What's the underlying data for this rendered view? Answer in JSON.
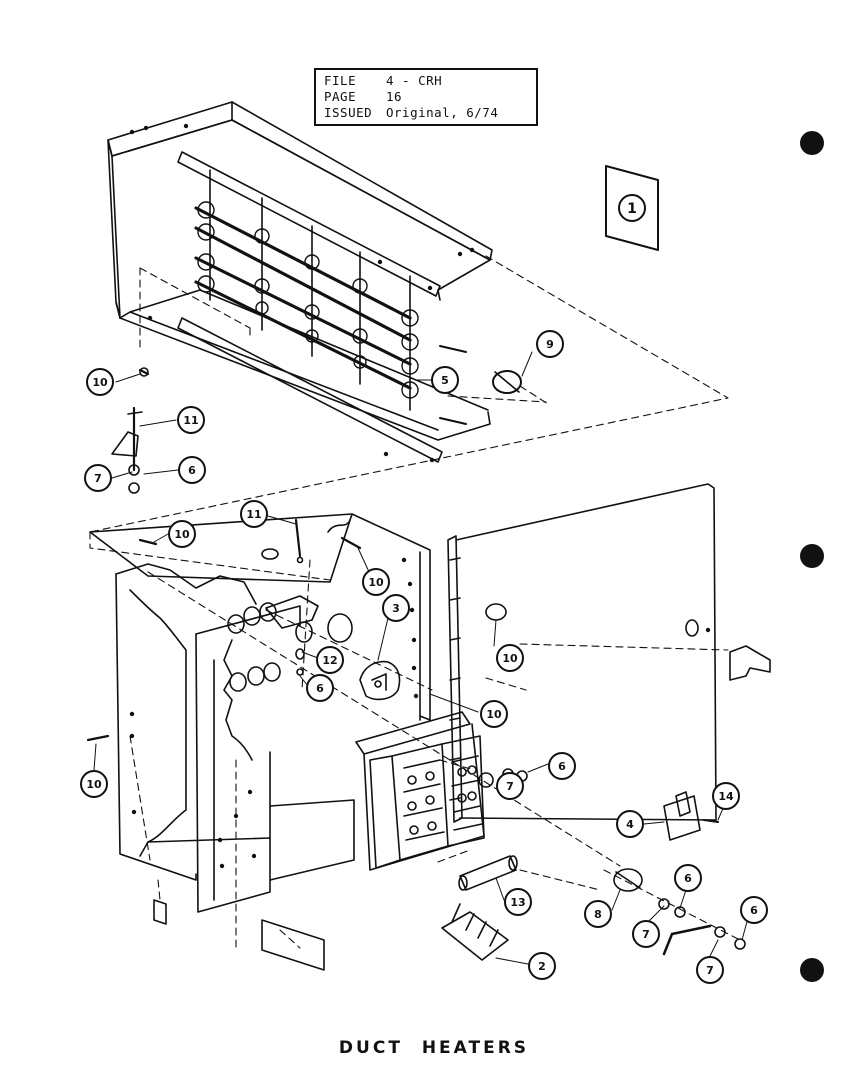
{
  "header": {
    "file_label": "FILE",
    "file_value": "4 - CRH",
    "page_label": "PAGE",
    "page_value": "16",
    "issued_label": "ISSUED",
    "issued_value": "Original, 6/74"
  },
  "diagram_id": "1",
  "title": "DUCT HEATERS",
  "callouts": [
    "9",
    "10",
    "5",
    "11",
    "7",
    "6",
    "11",
    "10",
    "10",
    "3",
    "10",
    "12",
    "6",
    "10",
    "10",
    "7",
    "6",
    "4",
    "14",
    "13",
    "8",
    "6",
    "7",
    "2",
    "7",
    "6"
  ]
}
